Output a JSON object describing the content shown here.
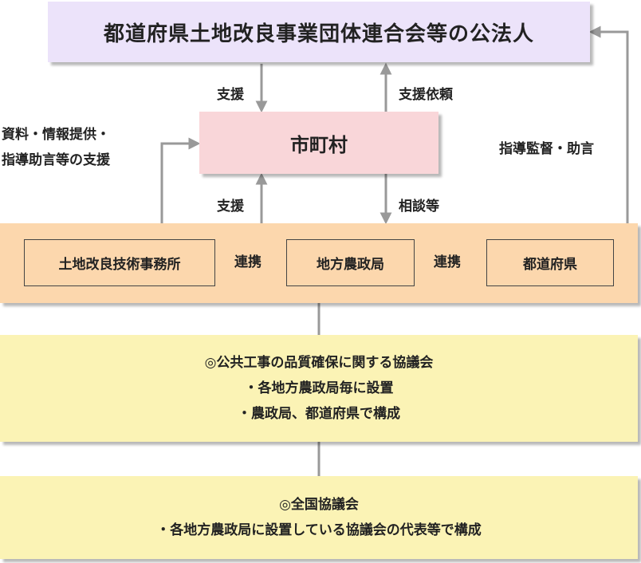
{
  "nodes": {
    "top": "都道府県土地改良事業団体連合会等の公法人",
    "city": "市町村",
    "office1": "土地改良技術事務所",
    "office2": "地方農政局",
    "office3": "都道府県"
  },
  "edge_labels": {
    "support_left": "支援",
    "support_request": "支援依頼",
    "materials_line1": "資料・情報提供・",
    "materials_line2": "指導助言等の支援",
    "supervision": "指導監督・助言",
    "support_lower": "支援",
    "consultation": "相談等",
    "coop_left": "連携",
    "coop_right": "連携"
  },
  "council1": {
    "title": "◎公共工事の品質確保に関する協議会",
    "line1": "・各地方農政局毎に設置",
    "line2": "・農政局、都道府県で構成"
  },
  "council2": {
    "title": "◎全国協議会",
    "line1": "・各地方農政局に設置している協議会の代表等で構成"
  },
  "colors": {
    "top_box": "#ece3fa",
    "city_box": "#f9d6d9",
    "band": "#fcd7ad",
    "council": "#fbf3b5",
    "arrow": "#999999"
  }
}
